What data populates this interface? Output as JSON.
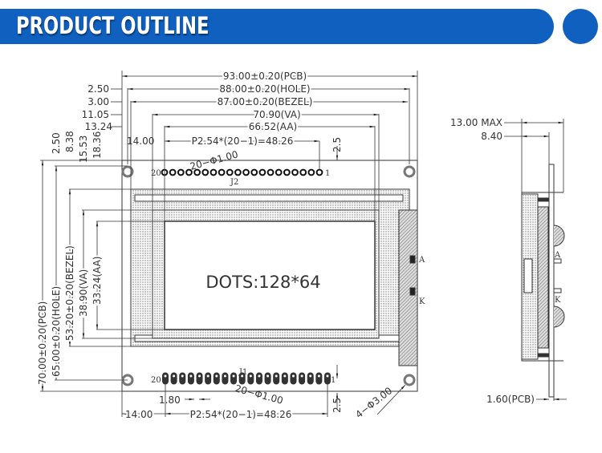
{
  "header": {
    "title": "PRODUCT OUTLINE",
    "accent_color": "#1060c0"
  },
  "front_view": {
    "top_dims": {
      "pcb": "93.00±0.20(PCB)",
      "hole": "88.00±0.20(HOLE)",
      "bezel": "87.00±0.20(BEZEL)",
      "va": "70.90(VA)",
      "aa": "66.52(AA)",
      "pitch_top": "P2.54*(20−1)=48.26",
      "off_hole": "2.50",
      "off_bezel": "3.00",
      "off_va": "11.05",
      "off_aa": "13.24",
      "off_pin": "14.00",
      "pin_edge": "2.5"
    },
    "left_dims": {
      "pcb": "70.00±0.20(PCB)",
      "hole": "65.00±0.20(HOLE)",
      "bezel": "53.20±0.20(BEZEL)",
      "va": "38.90(VA)",
      "aa": "33.24(AA)",
      "off_hole": "2.50",
      "off_bezel": "8.38",
      "off_va": "15.53",
      "off_aa": "18.36"
    },
    "top_connector": {
      "label": "J2",
      "pin_first": "20",
      "pin_last": "1",
      "holes": "20−Φ1.00"
    },
    "bottom_connector": {
      "label": "J1",
      "pin_first": "20",
      "pin_last": "1",
      "holes": "20−Φ1.00",
      "pad_width": "1.80",
      "off_pin": "14.00",
      "pitch": "P2.54*(20−1)=48.26",
      "pin_edge": "2.5",
      "mount_holes": "4−Φ3.00"
    },
    "display_text": "DOTS:128*64",
    "backlight_pins": {
      "anode": "A",
      "cathode": "K"
    }
  },
  "side_view": {
    "max_thickness": "13.00 MAX",
    "module_thickness": "8.40",
    "pcb_thickness": "1.60(PCB)",
    "anode": "A",
    "cathode": "K"
  }
}
